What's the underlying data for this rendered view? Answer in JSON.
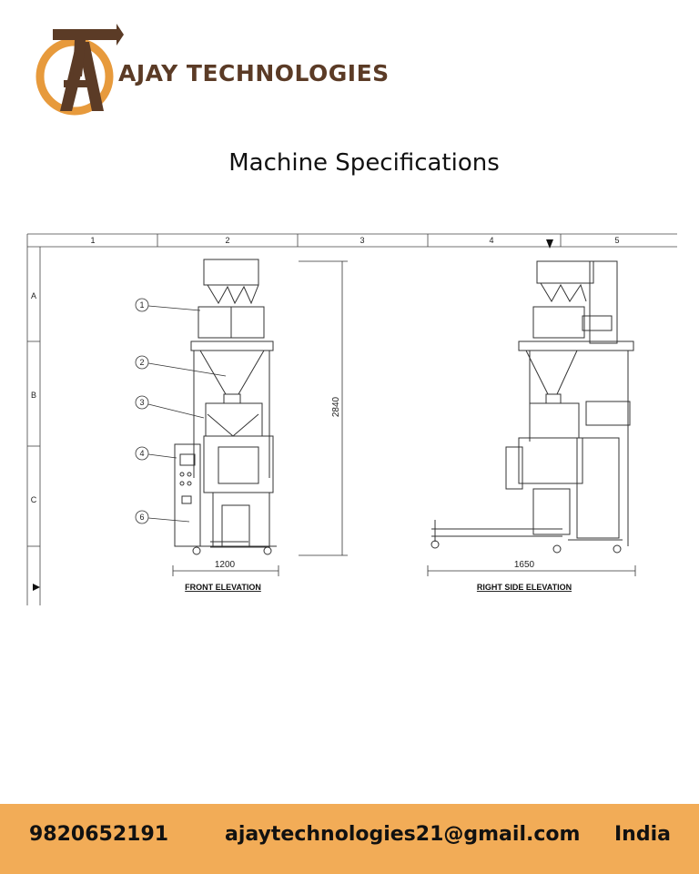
{
  "header": {
    "logo_monogram": "AT",
    "brand_name": "AJAY TECHNOLOGIES",
    "colors": {
      "brand_dark": "#5b3b26",
      "brand_orange": "#e79a3c"
    }
  },
  "title": "Machine Specifications",
  "drawing": {
    "columns": [
      "1",
      "2",
      "3",
      "4",
      "5"
    ],
    "rows": [
      "A",
      "B",
      "C"
    ],
    "callouts": [
      "1",
      "2",
      "3",
      "4",
      "6"
    ],
    "dim_height": "2840",
    "dim_front_width": "1200",
    "dim_side_width": "1650",
    "front_caption": "FRONT ELEVATION",
    "side_caption": "RIGHT SIDE ELEVATION"
  },
  "footer": {
    "phone": "9820652191",
    "email": "ajaytechnologies21@gmail.com",
    "country": "India",
    "background": "#f2ac57"
  }
}
